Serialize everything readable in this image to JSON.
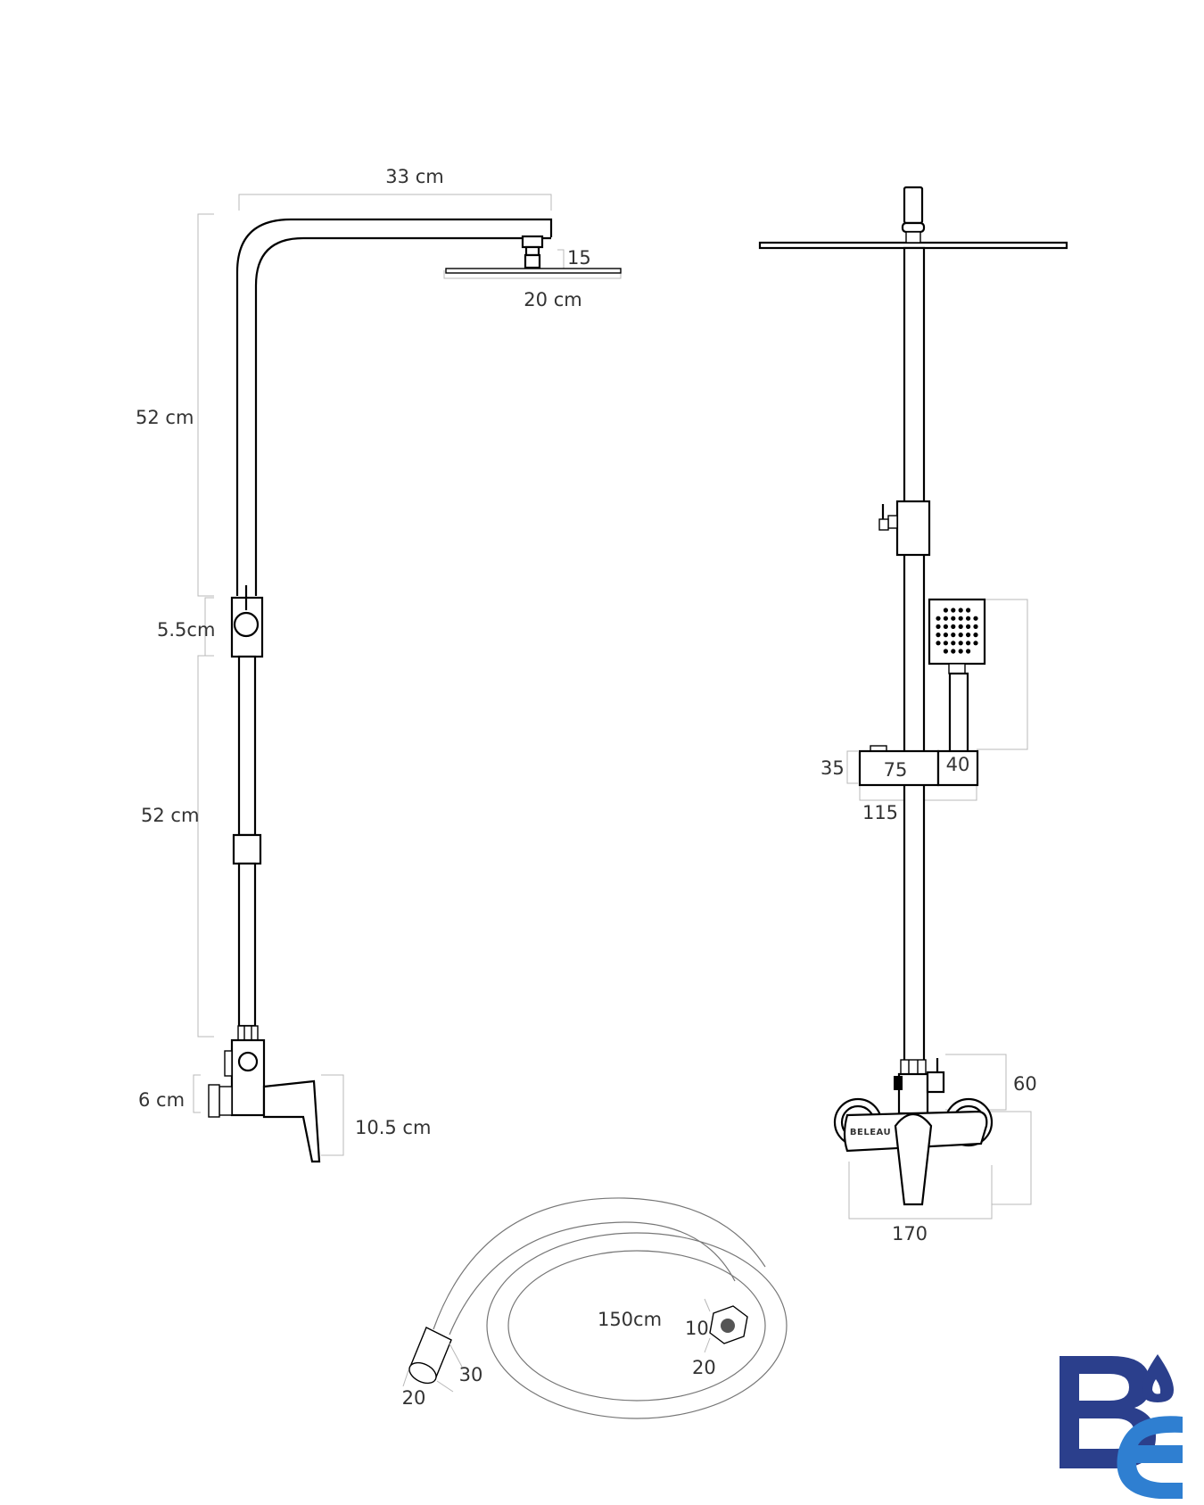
{
  "side_view": {
    "arm_width": "33 cm",
    "head_thickness": "15",
    "head_diameter": "20 cm",
    "upper_pipe": "52 cm",
    "diverter": "5.5cm",
    "lower_pipe": "52 cm",
    "wall_offset": "6 cm",
    "mixer_height": "10.5 cm"
  },
  "front_view": {
    "holder_height": "35",
    "holder_width": "75",
    "holder_bracket": "40",
    "holder_depth": "115",
    "mixer_depth": "60",
    "mixer_center": "170",
    "brand_mark": "BELEAU"
  },
  "hose": {
    "length": "150cm",
    "nut_depth": "10",
    "nut_width": "20",
    "cone_width": "20",
    "cone_length": "30"
  },
  "logo": {
    "letter_top": "B",
    "letter_bottom": "E",
    "color_dark": "#2b3f8c",
    "color_light": "#2f7fd1"
  }
}
